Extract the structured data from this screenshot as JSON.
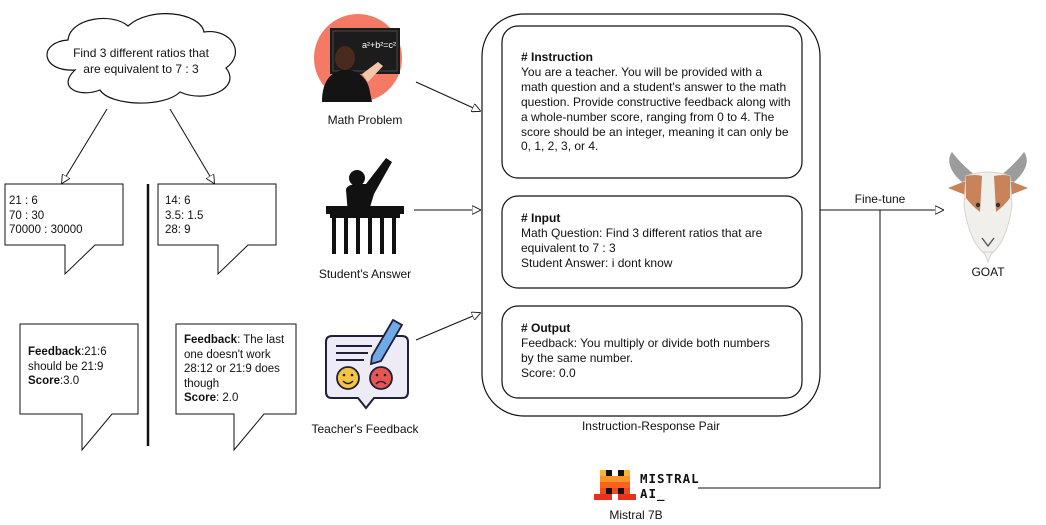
{
  "cloud": {
    "text": "Find 3 different ratios that\nare equivalent to 7 : 3"
  },
  "answers": {
    "left": [
      "21 : 6",
      "70 : 30",
      "70000 : 30000"
    ],
    "right": [
      "14: 6",
      "3.5: 1.5",
      "28: 9"
    ]
  },
  "feedback_left": {
    "feedback_label": "Feedback",
    "feedback_text": ":21:6 should be 21:9",
    "score_label": "Score",
    "score_text": ":3.0"
  },
  "feedback_right": {
    "feedback_label": "Feedback",
    "feedback_text": ": The last one doesn't work 28:12 or 21:9 does though",
    "score_label": "Score",
    "score_text": ": 2.0"
  },
  "sources": {
    "math_problem": "Math Problem",
    "students_answer": "Student's Answer",
    "teachers_feedback": "Teacher's Feedback"
  },
  "icons": {
    "blackboard_text": "a²+b²=c²",
    "math_problem_icon": "teacher-at-blackboard-icon",
    "students_answer_icon": "student-raising-hand-icon",
    "teachers_feedback_icon": "feedback-faces-icon",
    "goat_icon": "goat-icon",
    "mistral_icon": "mistral-logo-icon"
  },
  "pair": {
    "caption": "Instruction-Response Pair",
    "instruction": {
      "heading": "# Instruction",
      "body": "You are a teacher. You will be provided with a math question and a student's answer to the math question. Provide constructive feedback along with a whole-number score, ranging from 0 to 4. The score should be an integer, meaning it can only be 0, 1, 2, 3, or 4."
    },
    "input": {
      "heading": "# Input",
      "lines": [
        "Math Question: Find 3 different ratios that are equivalent to 7 : 3",
        "Student Answer: i dont know"
      ]
    },
    "output": {
      "heading": "# Output",
      "lines": [
        "Feedback: You multiply or divide both numbers by the same number.",
        "Score: 0.0"
      ]
    }
  },
  "finetune_label": "Fine-tune",
  "goat_label": "GOAT",
  "mistral": {
    "word1": "MISTRAL",
    "word2": "AI_",
    "caption": "Mistral 7B"
  },
  "colors": {
    "stroke": "#111111",
    "teacher_circle": "#f47a65",
    "board": "#1c1c1c",
    "goat_fur": "#f1efec",
    "goat_brown": "#c9835b",
    "goat_horn": "#9c9c9c",
    "smile_face": "#f6c343",
    "sad_face": "#e65550",
    "mistral_orange": "#f7631f",
    "mistral_yellow": "#fbb431",
    "mistral_red": "#e7311e"
  }
}
